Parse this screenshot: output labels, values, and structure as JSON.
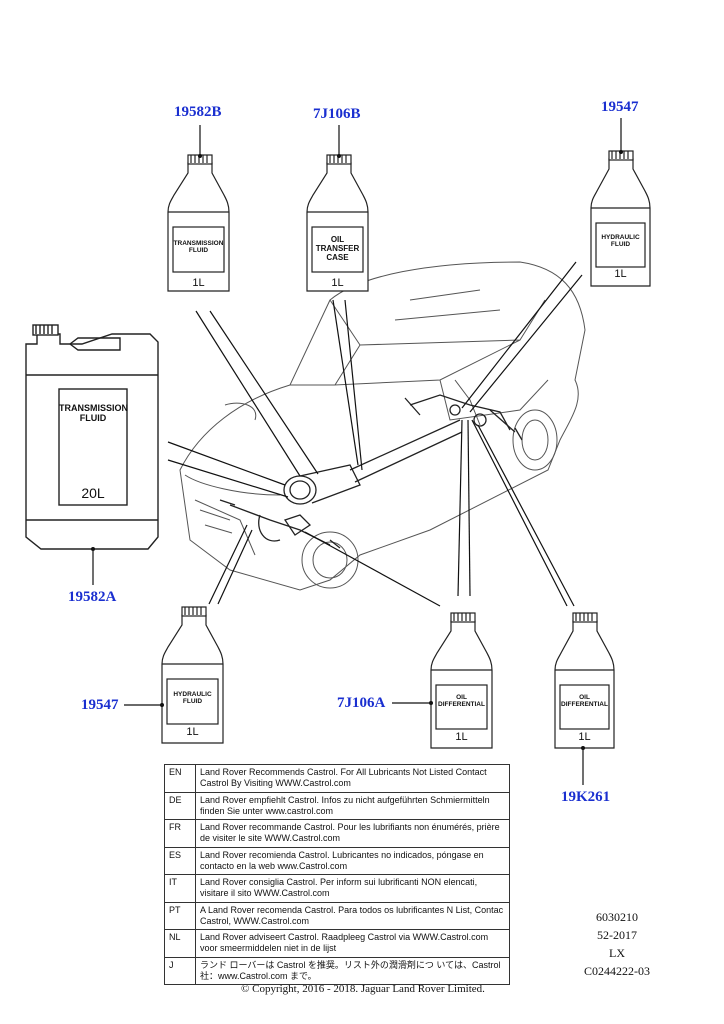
{
  "parts": {
    "p19582B": "19582B",
    "p7J106B": "7J106B",
    "p19547_top": "19547",
    "p19582A": "19582A",
    "p19547_left": "19547",
    "p7J106A": "7J106A",
    "p19K261": "19K261"
  },
  "bottles": {
    "trans_1l": {
      "label": "TRANSMISSION FLUID",
      "size": "1L"
    },
    "transfer": {
      "label": "OIL TRANSFER CASE",
      "size": "1L"
    },
    "hyd_top": {
      "label": "HYDRAULIC FLUID",
      "size": "1L"
    },
    "trans_20l": {
      "label": "TRANSMISSION FLUID",
      "size": "20L"
    },
    "hyd_left": {
      "label": "HYDRAULIC FLUID",
      "size": "1L"
    },
    "diff_a": {
      "label": "OIL DIFFERENTIAL",
      "size": "1L"
    },
    "diff_b": {
      "label": "OIL DIFFERENTIAL",
      "size": "1L"
    }
  },
  "legend": [
    {
      "code": "EN",
      "text": "Land Rover Recommends Castrol.  For All Lubricants Not Listed Contact Castrol By Visiting WWW.Castrol.com"
    },
    {
      "code": "DE",
      "text": "Land Rover empfiehlt Castrol.  Infos zu nicht aufgeführten Schmiermitteln finden Sie unter www.castrol.com"
    },
    {
      "code": "FR",
      "text": "Land Rover recommande Castrol. Pour les lubrifiants non énumérés, prière de visiter le site WWW.Castrol.com"
    },
    {
      "code": "ES",
      "text": "Land Rover recomienda Castrol.  Lubricantes no indicados, póngase en contacto en la web www.Castrol.com"
    },
    {
      "code": "IT",
      "text": "Land Rover consiglia Castrol.  Per inform sui lubrificanti NON elencati, visitare il sito WWW.Castrol.com"
    },
    {
      "code": "PT",
      "text": "A Land Rover recomenda Castrol.  Para todos os lubrificantes N List, Contac Castrol, WWW.Castrol.com"
    },
    {
      "code": "NL",
      "text": "Land Rover adviseert Castrol.  Raadpleeg Castrol via WWW.Castrol.com voor smeermiddelen niet in de lijst"
    },
    {
      "code": "J",
      "text": "ランド ローバーは Castrol を推奨。リスト外の潤滑剤につ いては、Castrol 社：www.Castrol.com まで。"
    }
  ],
  "meta": {
    "code": "6030210",
    "date": "52-2017",
    "model": "LX",
    "ref": "C0244222-03"
  },
  "copyright": "© Copyright, 2016 - 2018. Jaguar Land Rover Limited."
}
